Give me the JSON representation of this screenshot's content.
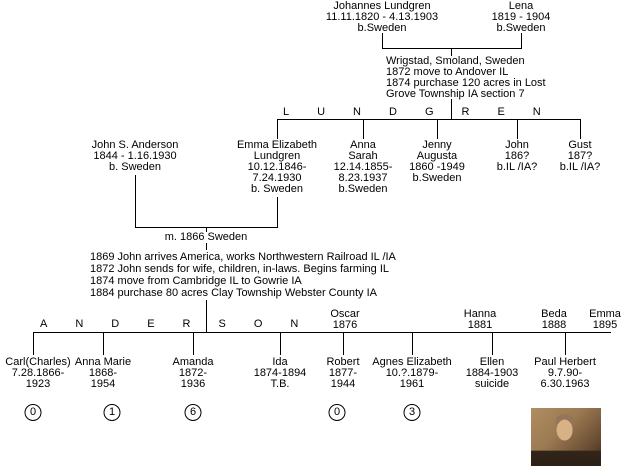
{
  "canvas": {
    "bg": "#ffffff",
    "line_color": "#000000"
  },
  "ancestors": {
    "father": {
      "lines": [
        "Johannes Lundgren",
        "11.11.1820 - 4.13.1903",
        "b.Sweden"
      ]
    },
    "mother": {
      "lines": [
        "Lena",
        "1819 - 1904",
        "b.Sweden"
      ]
    },
    "notes": [
      "Wrigstad, Smoland, Sweden",
      "1872 move to Andover IL",
      "1874 purchase 120 acres in Lost",
      "Grove Township IA section 7"
    ],
    "surname_banner": "LUNDGREN"
  },
  "gen2": {
    "spouse": {
      "lines": [
        "John S. Anderson",
        "1844 - 1.16.1930",
        "b. Sweden"
      ]
    },
    "children": [
      {
        "lines": [
          "Emma Elizabeth",
          "Lundgren",
          "10.12.1846-",
          "7.24.1930",
          "b. Sweden"
        ]
      },
      {
        "lines": [
          "Anna",
          "Sarah",
          "12.14.1855-",
          "8.23.1937",
          "b.Sweden"
        ]
      },
      {
        "lines": [
          "Jenny",
          "Augusta",
          "1860 -1949",
          "b.Sweden"
        ]
      },
      {
        "lines": [
          "John",
          "186?",
          "b.IL /IA?"
        ]
      },
      {
        "lines": [
          "Gust",
          "187?",
          "b.IL /IA?"
        ]
      }
    ],
    "marriage_label": "m. 1866 Sweden",
    "notes": [
      "1869 John arrives America, works Northwestern Railroad IL /IA",
      "1872 John sends for wife, children, in-laws. Begins farming IL",
      "1874 move from Cambridge IL to Gowrie IA",
      "1884 purchase 80 acres Clay Township Webster County IA"
    ],
    "surname_banner": "ANDERSON"
  },
  "gen3": {
    "children_above": [
      {
        "name": "Oscar",
        "year": "1876"
      },
      {
        "name": "Hanna",
        "year": "1881"
      },
      {
        "name": "Beda",
        "year": "1888"
      },
      {
        "name": "Emma",
        "year": "1895"
      }
    ],
    "children_below": [
      {
        "lines": [
          "Carl(Charles)",
          "7.28.1866-",
          "1923"
        ],
        "badge": "0"
      },
      {
        "lines": [
          "Anna Marie",
          "1868-",
          "1954"
        ],
        "badge": "1"
      },
      {
        "lines": [
          "Amanda",
          "1872-",
          "1936"
        ],
        "badge": "6"
      },
      {
        "lines": [
          "Ida",
          "1874-1894",
          "T.B."
        ]
      },
      {
        "lines": [
          "Robert",
          "1877-",
          "1944"
        ],
        "badge": "0"
      },
      {
        "lines": [
          "Agnes Elizabeth",
          "10.?.1879-",
          "1961"
        ],
        "badge": "3"
      },
      {
        "lines": [
          "Ellen",
          "1884-1903",
          "suicide"
        ]
      },
      {
        "lines": [
          "Paul Herbert",
          "9.7.90-",
          "6.30.1963"
        ]
      }
    ]
  },
  "photo": {
    "icon": "portrait-photo"
  }
}
